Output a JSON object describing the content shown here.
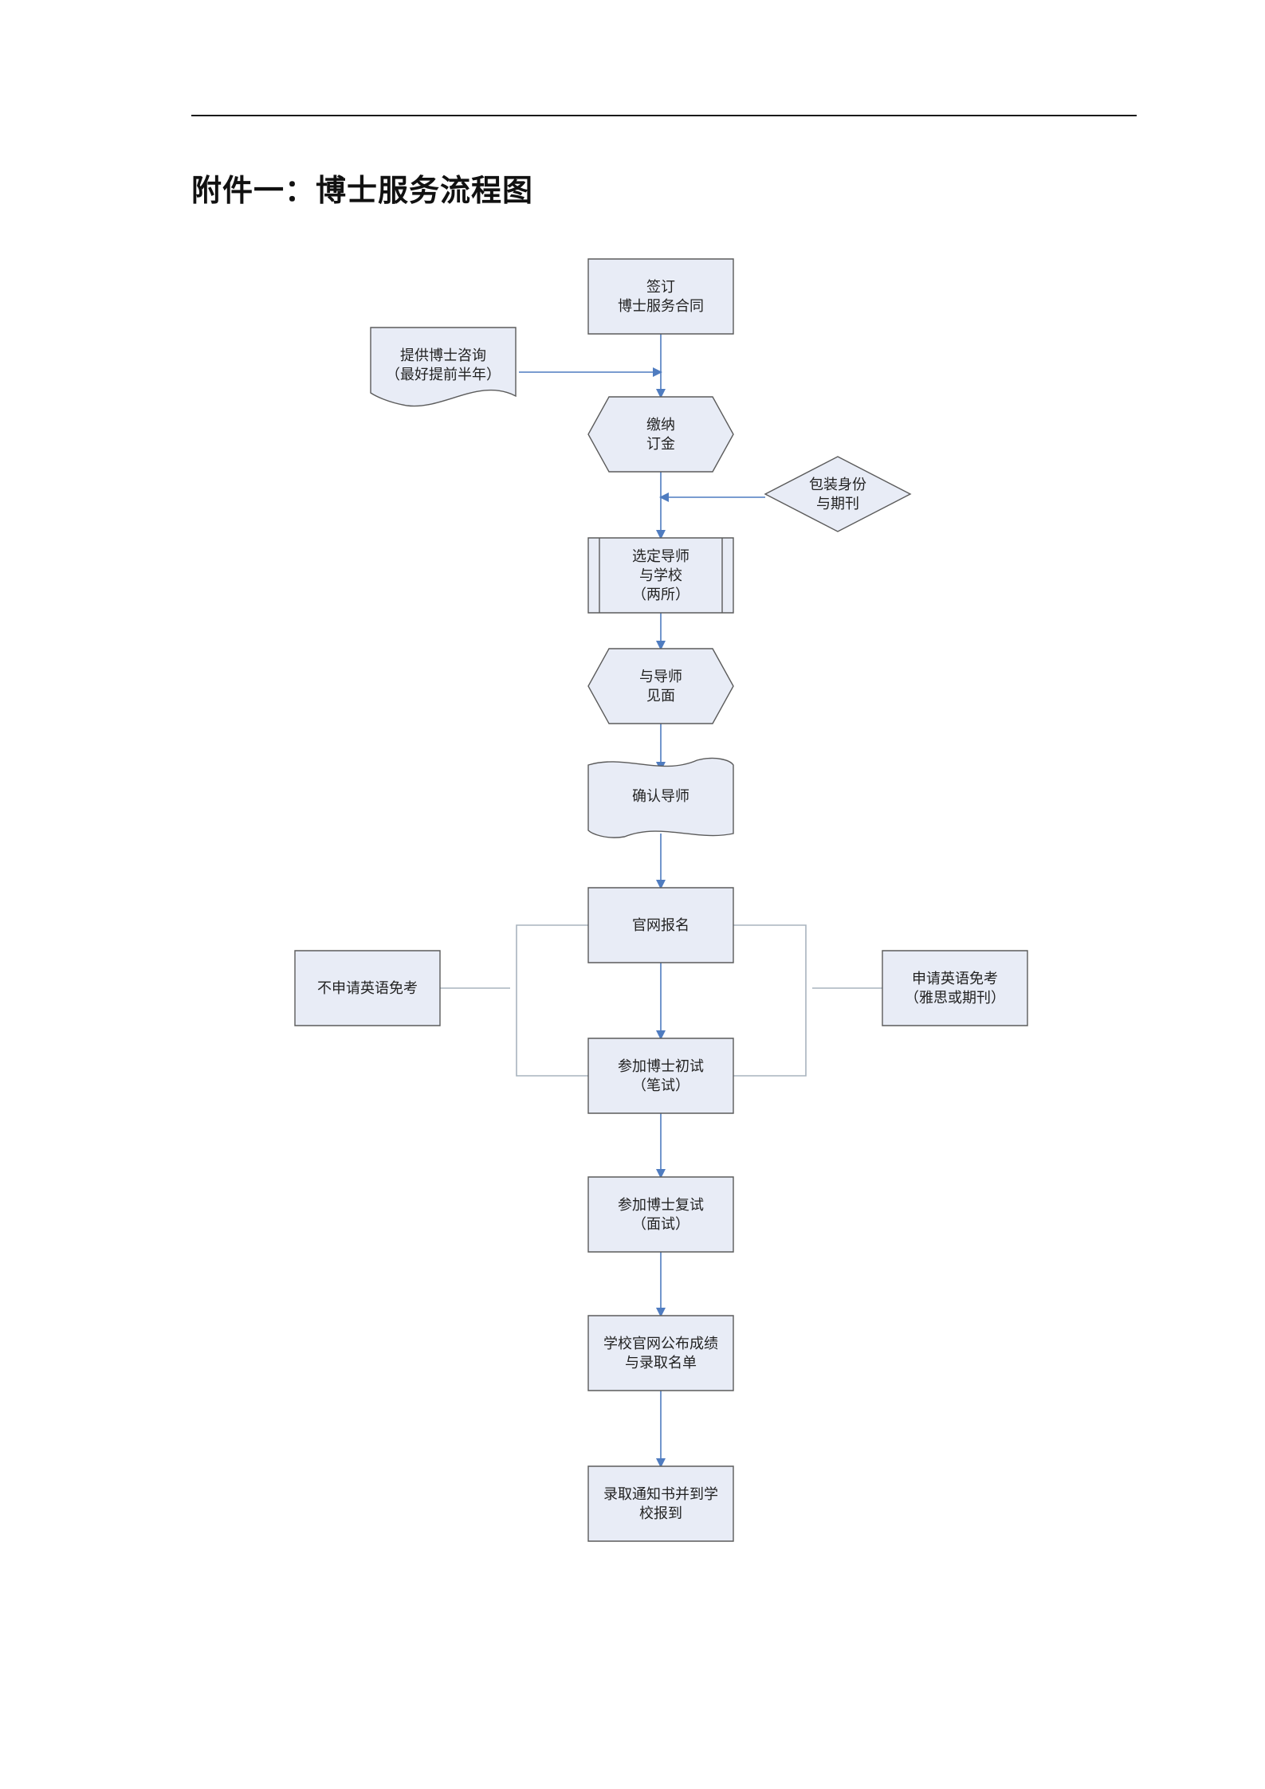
{
  "page": {
    "title": "附件一：博士服务流程图"
  },
  "flow": {
    "nodes": [
      {
        "id": "sign",
        "shape": "rect",
        "lines": [
          "签订",
          "博士服务合同"
        ]
      },
      {
        "id": "consult",
        "shape": "document",
        "lines": [
          "提供博士咨询",
          "（最好提前半年）"
        ]
      },
      {
        "id": "deposit",
        "shape": "hexagon",
        "lines": [
          "缴纳",
          "订金"
        ]
      },
      {
        "id": "package",
        "shape": "diamond",
        "lines": [
          "包装身份",
          "与期刊"
        ]
      },
      {
        "id": "choose",
        "shape": "process",
        "lines": [
          "选定导师",
          "与学校",
          "（两所）"
        ]
      },
      {
        "id": "meet",
        "shape": "hexagon",
        "lines": [
          "与导师",
          "见面"
        ]
      },
      {
        "id": "confirm",
        "shape": "document",
        "lines": [
          "确认导师"
        ]
      },
      {
        "id": "register",
        "shape": "rect",
        "lines": [
          "官网报名"
        ]
      },
      {
        "id": "no_exempt",
        "shape": "rect",
        "lines": [
          "不申请英语免考"
        ]
      },
      {
        "id": "exempt",
        "shape": "rect",
        "lines": [
          "申请英语免考",
          "（雅思或期刊）"
        ]
      },
      {
        "id": "written",
        "shape": "rect",
        "lines": [
          "参加博士初试",
          "（笔试）"
        ]
      },
      {
        "id": "interview",
        "shape": "rect",
        "lines": [
          "参加博士复试",
          "（面试）"
        ]
      },
      {
        "id": "publish",
        "shape": "rect",
        "lines": [
          "学校官网公布成绩",
          "与录取名单"
        ]
      },
      {
        "id": "admit",
        "shape": "rect",
        "lines": [
          "录取通知书并到学",
          "校报到"
        ]
      }
    ]
  },
  "colors": {
    "fill": "#e8ecf6",
    "stroke": "#5b5b5b",
    "arrow": "#4f7cc0",
    "branch": "#a8b4be"
  }
}
